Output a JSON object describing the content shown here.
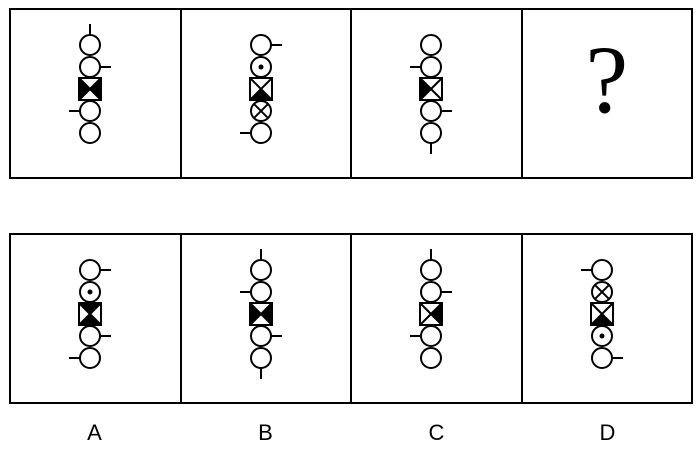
{
  "question_row": [
    {
      "id": "1",
      "column": [
        {
          "kind": "circle",
          "stub": "top"
        },
        {
          "kind": "circle",
          "stub": "right"
        },
        {
          "kind": "square-x",
          "fill": "left-right"
        },
        {
          "kind": "circle",
          "stub": "left"
        },
        {
          "kind": "circle",
          "stub": "none"
        }
      ]
    },
    {
      "id": "2",
      "column": [
        {
          "kind": "circle",
          "stub": "right"
        },
        {
          "kind": "circle-dot",
          "stub": "none"
        },
        {
          "kind": "square-x",
          "fill": "bottom"
        },
        {
          "kind": "circle-x",
          "stub": "none"
        },
        {
          "kind": "circle",
          "stub": "left"
        }
      ]
    },
    {
      "id": "3",
      "column": [
        {
          "kind": "circle",
          "stub": "none"
        },
        {
          "kind": "circle",
          "stub": "left"
        },
        {
          "kind": "square-x",
          "fill": "left"
        },
        {
          "kind": "circle",
          "stub": "right"
        },
        {
          "kind": "circle",
          "stub": "bottom"
        }
      ]
    }
  ],
  "question_mark": "?",
  "options": [
    {
      "label": "A",
      "column": [
        {
          "kind": "circle",
          "stub": "right"
        },
        {
          "kind": "circle-dot",
          "stub": "none"
        },
        {
          "kind": "square-x",
          "fill": "top-bottom"
        },
        {
          "kind": "circle",
          "stub": "right"
        },
        {
          "kind": "circle",
          "stub": "left"
        }
      ]
    },
    {
      "label": "B",
      "column": [
        {
          "kind": "circle",
          "stub": "top"
        },
        {
          "kind": "circle",
          "stub": "left"
        },
        {
          "kind": "square-x",
          "fill": "left-right"
        },
        {
          "kind": "circle",
          "stub": "right"
        },
        {
          "kind": "circle",
          "stub": "bottom"
        }
      ]
    },
    {
      "label": "C",
      "column": [
        {
          "kind": "circle",
          "stub": "top"
        },
        {
          "kind": "circle",
          "stub": "right"
        },
        {
          "kind": "square-x",
          "fill": "right"
        },
        {
          "kind": "circle",
          "stub": "left"
        },
        {
          "kind": "circle",
          "stub": "none"
        }
      ]
    },
    {
      "label": "D",
      "column": [
        {
          "kind": "circle",
          "stub": "left"
        },
        {
          "kind": "circle-x",
          "stub": "none"
        },
        {
          "kind": "square-x",
          "fill": "bottom"
        },
        {
          "kind": "circle-dot",
          "stub": "none"
        },
        {
          "kind": "circle",
          "stub": "right"
        }
      ]
    }
  ]
}
